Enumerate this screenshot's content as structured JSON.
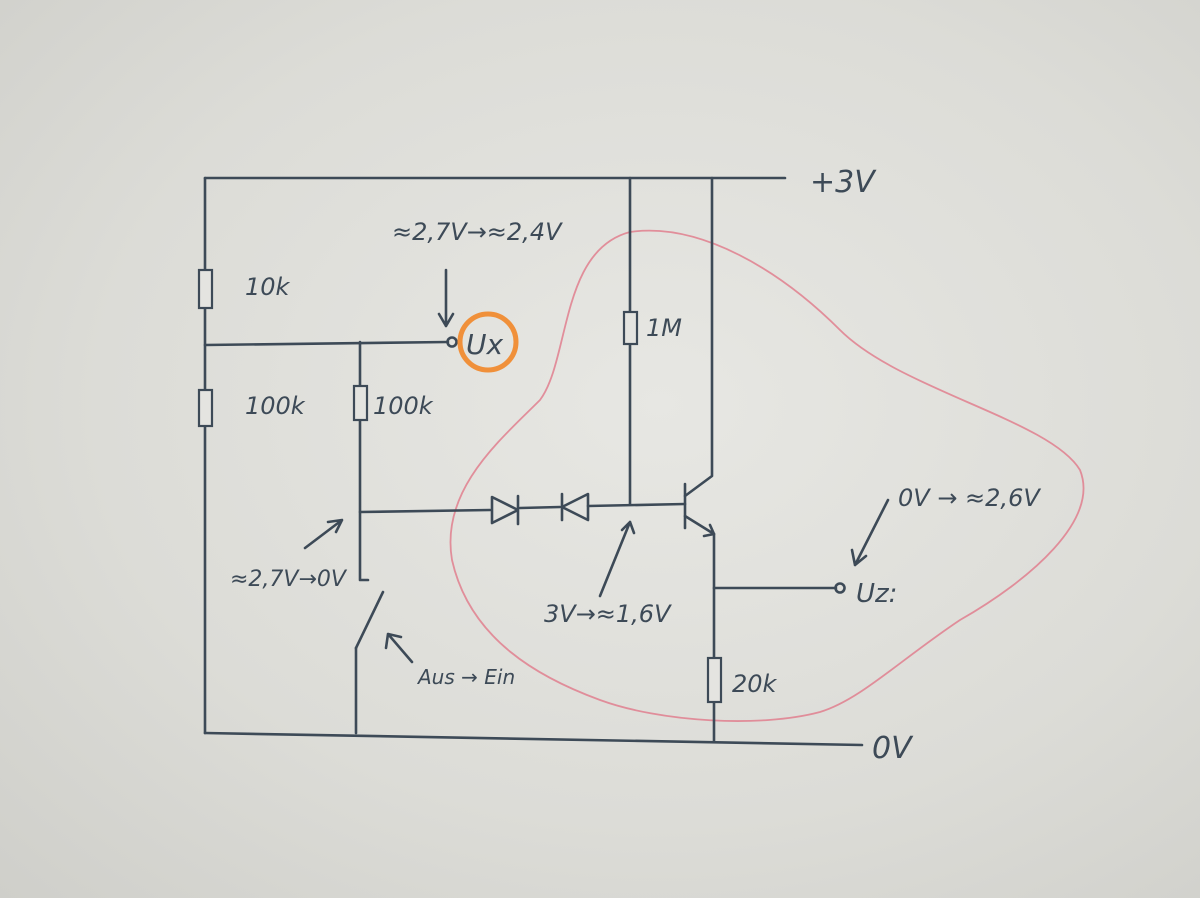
{
  "labels": {
    "supply": "+3V",
    "ground": "0V",
    "r1": "10k",
    "r2": "100k",
    "r3": "100k",
    "r4": "1M",
    "r5": "20k",
    "ux_voltage": "≈2,7V→≈2,4V",
    "ux_node": "Ux",
    "uz_voltage": "0V → ≈2,6V",
    "uz_node": "Uz:",
    "switch_node_voltage": "≈2,7V→0V",
    "base_voltage": "3V→≈1,6V",
    "switch_state": "Aus → Ein"
  },
  "colors": {
    "ink": "#3d4a57",
    "highlight_ring": "#f0903a",
    "highlight_outline": "#e07f8e"
  }
}
